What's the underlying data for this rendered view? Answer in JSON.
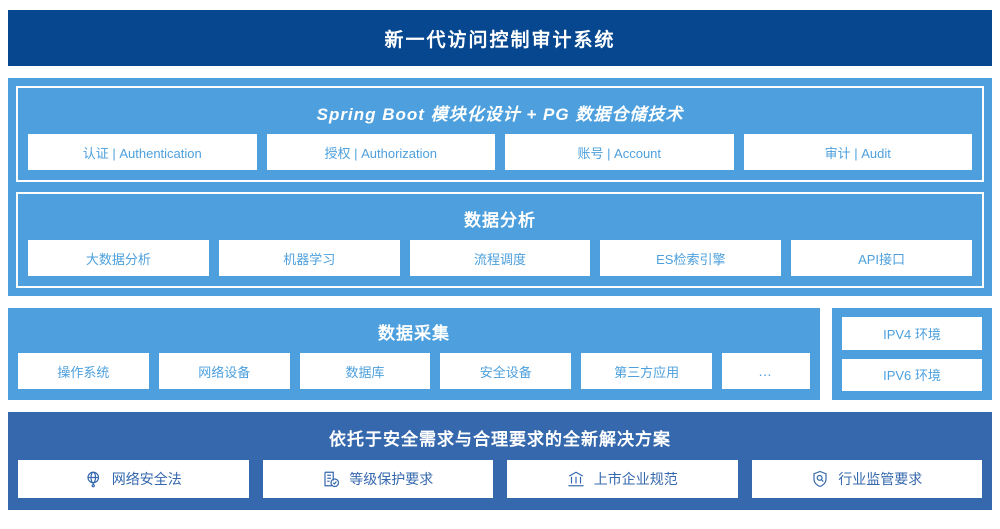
{
  "header": {
    "title": "新一代访问控制审计系统"
  },
  "colors": {
    "header_bg": "#06478f",
    "panel_blue": "#4da0dd",
    "bottom_blue": "#3568ad",
    "chip_bg": "#ffffff",
    "chip_text_light": "#4da0dd",
    "chip_text_dark": "#3568ad"
  },
  "sections": {
    "platform": {
      "title": "Spring Boot 模块化设计 + PG 数据仓储技术",
      "items": [
        {
          "label": "认证 | Authentication"
        },
        {
          "label": "授权 | Authorization"
        },
        {
          "label": "账号 | Account"
        },
        {
          "label": "审计 | Audit"
        }
      ]
    },
    "analysis": {
      "title": "数据分析",
      "items": [
        {
          "label": "大数据分析"
        },
        {
          "label": "机器学习"
        },
        {
          "label": "流程调度"
        },
        {
          "label": "ES检索引擎"
        },
        {
          "label": "API接口"
        }
      ]
    },
    "collection": {
      "title": "数据采集",
      "items": [
        {
          "label": "操作系统"
        },
        {
          "label": "网络设备"
        },
        {
          "label": "数据库"
        },
        {
          "label": "安全设备"
        },
        {
          "label": "第三方应用"
        },
        {
          "label": "…"
        }
      ]
    },
    "environments": {
      "items": [
        {
          "label": "IPV4 环境"
        },
        {
          "label": "IPV6 环境"
        }
      ]
    },
    "compliance": {
      "title": "依托于安全需求与合理要求的全新解决方案",
      "items": [
        {
          "label": "网络安全法",
          "icon": "globe-icon"
        },
        {
          "label": "等级保护要求",
          "icon": "document-check-icon"
        },
        {
          "label": "上市企业规范",
          "icon": "bank-icon"
        },
        {
          "label": "行业监管要求",
          "icon": "shield-search-icon"
        }
      ]
    }
  }
}
